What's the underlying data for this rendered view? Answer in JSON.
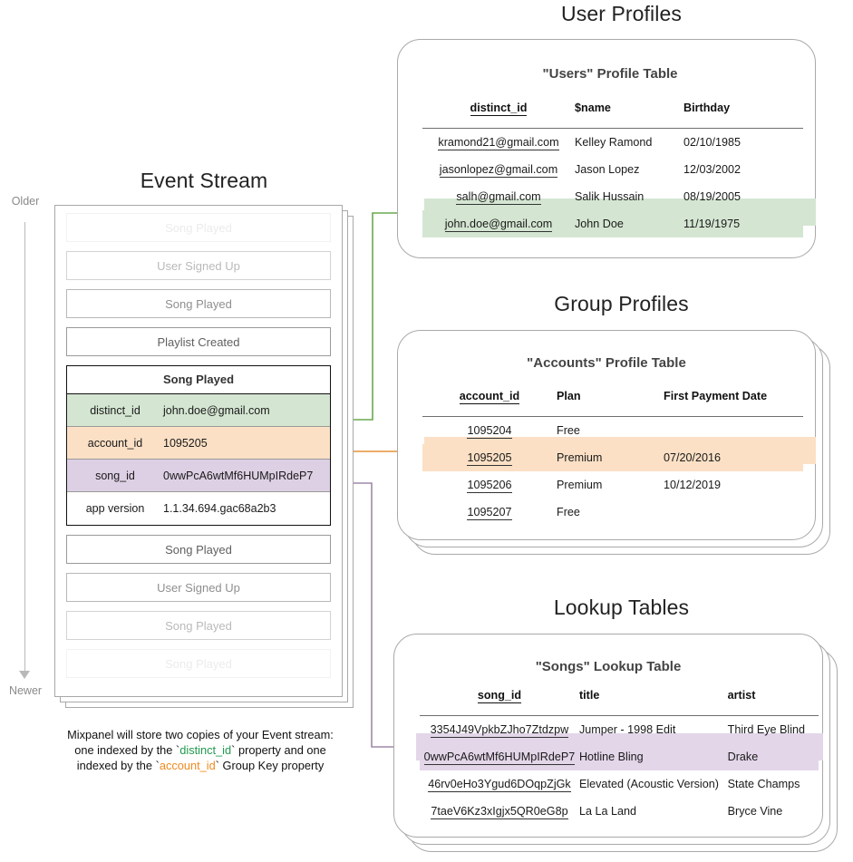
{
  "timeline": {
    "older_label": "Older",
    "newer_label": "Newer"
  },
  "event_stream": {
    "title": "Event Stream",
    "events_before": [
      {
        "label": "Song Played",
        "fade": "f1"
      },
      {
        "label": "User Signed Up",
        "fade": "f2"
      },
      {
        "label": "Song Played",
        "fade": "f3"
      },
      {
        "label": "Playlist Created",
        "fade": "f4"
      }
    ],
    "expanded_event": {
      "name": "Song Played",
      "properties": [
        {
          "key": "distinct_id",
          "value": "john.doe@gmail.com",
          "highlight": "green"
        },
        {
          "key": "account_id",
          "value": "1095205",
          "highlight": "orange"
        },
        {
          "key": "song_id",
          "value": "0wwPcA6wtMf6HUMpIRdeP7",
          "highlight": "purple"
        },
        {
          "key": "app version",
          "value": "1.1.34.694.gac68a2b3",
          "highlight": "plain"
        }
      ]
    },
    "events_after": [
      {
        "label": "Song Played",
        "fade": "f4"
      },
      {
        "label": "User Signed Up",
        "fade": "f3"
      },
      {
        "label": "Song Played",
        "fade": "f2"
      },
      {
        "label": "Song Played",
        "fade": "f1"
      }
    ],
    "caption": {
      "line1": "Mixpanel will store two copies of your Event stream:",
      "line2_a": "one indexed by the `",
      "line2_token": "distinct_id",
      "line2_b": "` property and one",
      "line3_a": "indexed by the `",
      "line3_token": "account_id",
      "line3_b": "` Group Key property"
    }
  },
  "user_profiles": {
    "section_title": "User Profiles",
    "table_title": "\"Users\" Profile Table",
    "columns": [
      "distinct_id",
      "$name",
      "Birthday"
    ],
    "rows": [
      {
        "cells": [
          "kramond21@gmail.com",
          "Kelley Ramond",
          "02/10/1985"
        ],
        "highlight": ""
      },
      {
        "cells": [
          "jasonlopez@gmail.com",
          "Jason Lopez",
          "12/03/2002"
        ],
        "highlight": ""
      },
      {
        "cells": [
          "salh@gmail.com",
          "Salik Hussain",
          "08/19/2005"
        ],
        "highlight": ""
      },
      {
        "cells": [
          "john.doe@gmail.com",
          "John Doe",
          "11/19/1975"
        ],
        "highlight": "green"
      }
    ]
  },
  "group_profiles": {
    "section_title": "Group Profiles",
    "table_title": "\"Accounts\" Profile Table",
    "columns": [
      "account_id",
      "Plan",
      "First Payment Date"
    ],
    "rows": [
      {
        "cells": [
          "1095204",
          "Free",
          ""
        ],
        "highlight": ""
      },
      {
        "cells": [
          "1095205",
          "Premium",
          "07/20/2016"
        ],
        "highlight": "orange"
      },
      {
        "cells": [
          "1095206",
          "Premium",
          "10/12/2019"
        ],
        "highlight": ""
      },
      {
        "cells": [
          "1095207",
          "Free",
          ""
        ],
        "highlight": ""
      }
    ]
  },
  "lookup_tables": {
    "section_title": "Lookup Tables",
    "table_title": "\"Songs\" Lookup Table",
    "columns": [
      "song_id",
      "title",
      "artist"
    ],
    "rows": [
      {
        "cells": [
          "3354J49VpkbZJho7Ztdzpw",
          "Jumper - 1998 Edit",
          "Third Eye Blind"
        ],
        "highlight": ""
      },
      {
        "cells": [
          "0wwPcA6wtMf6HUMpIRdeP7",
          "Hotline Bling",
          "Drake"
        ],
        "highlight": "purple"
      },
      {
        "cells": [
          "46rv0eHo3Ygud6DOqpZjGk",
          "Elevated (Acoustic Version)",
          "State Champs"
        ],
        "highlight": ""
      },
      {
        "cells": [
          "7taeV6Kz3xIgjx5QR0eG8p",
          "La La Land",
          "Bryce Vine"
        ],
        "highlight": ""
      }
    ]
  },
  "colors": {
    "green": "#6aa84f",
    "orange": "#e69138",
    "purple": "#9e8aa8",
    "green_fill": "#d4e6d2",
    "orange_fill": "#fbe0c5",
    "purple_fill": "#e3d6e9",
    "card_border": "#a9a9a9"
  }
}
